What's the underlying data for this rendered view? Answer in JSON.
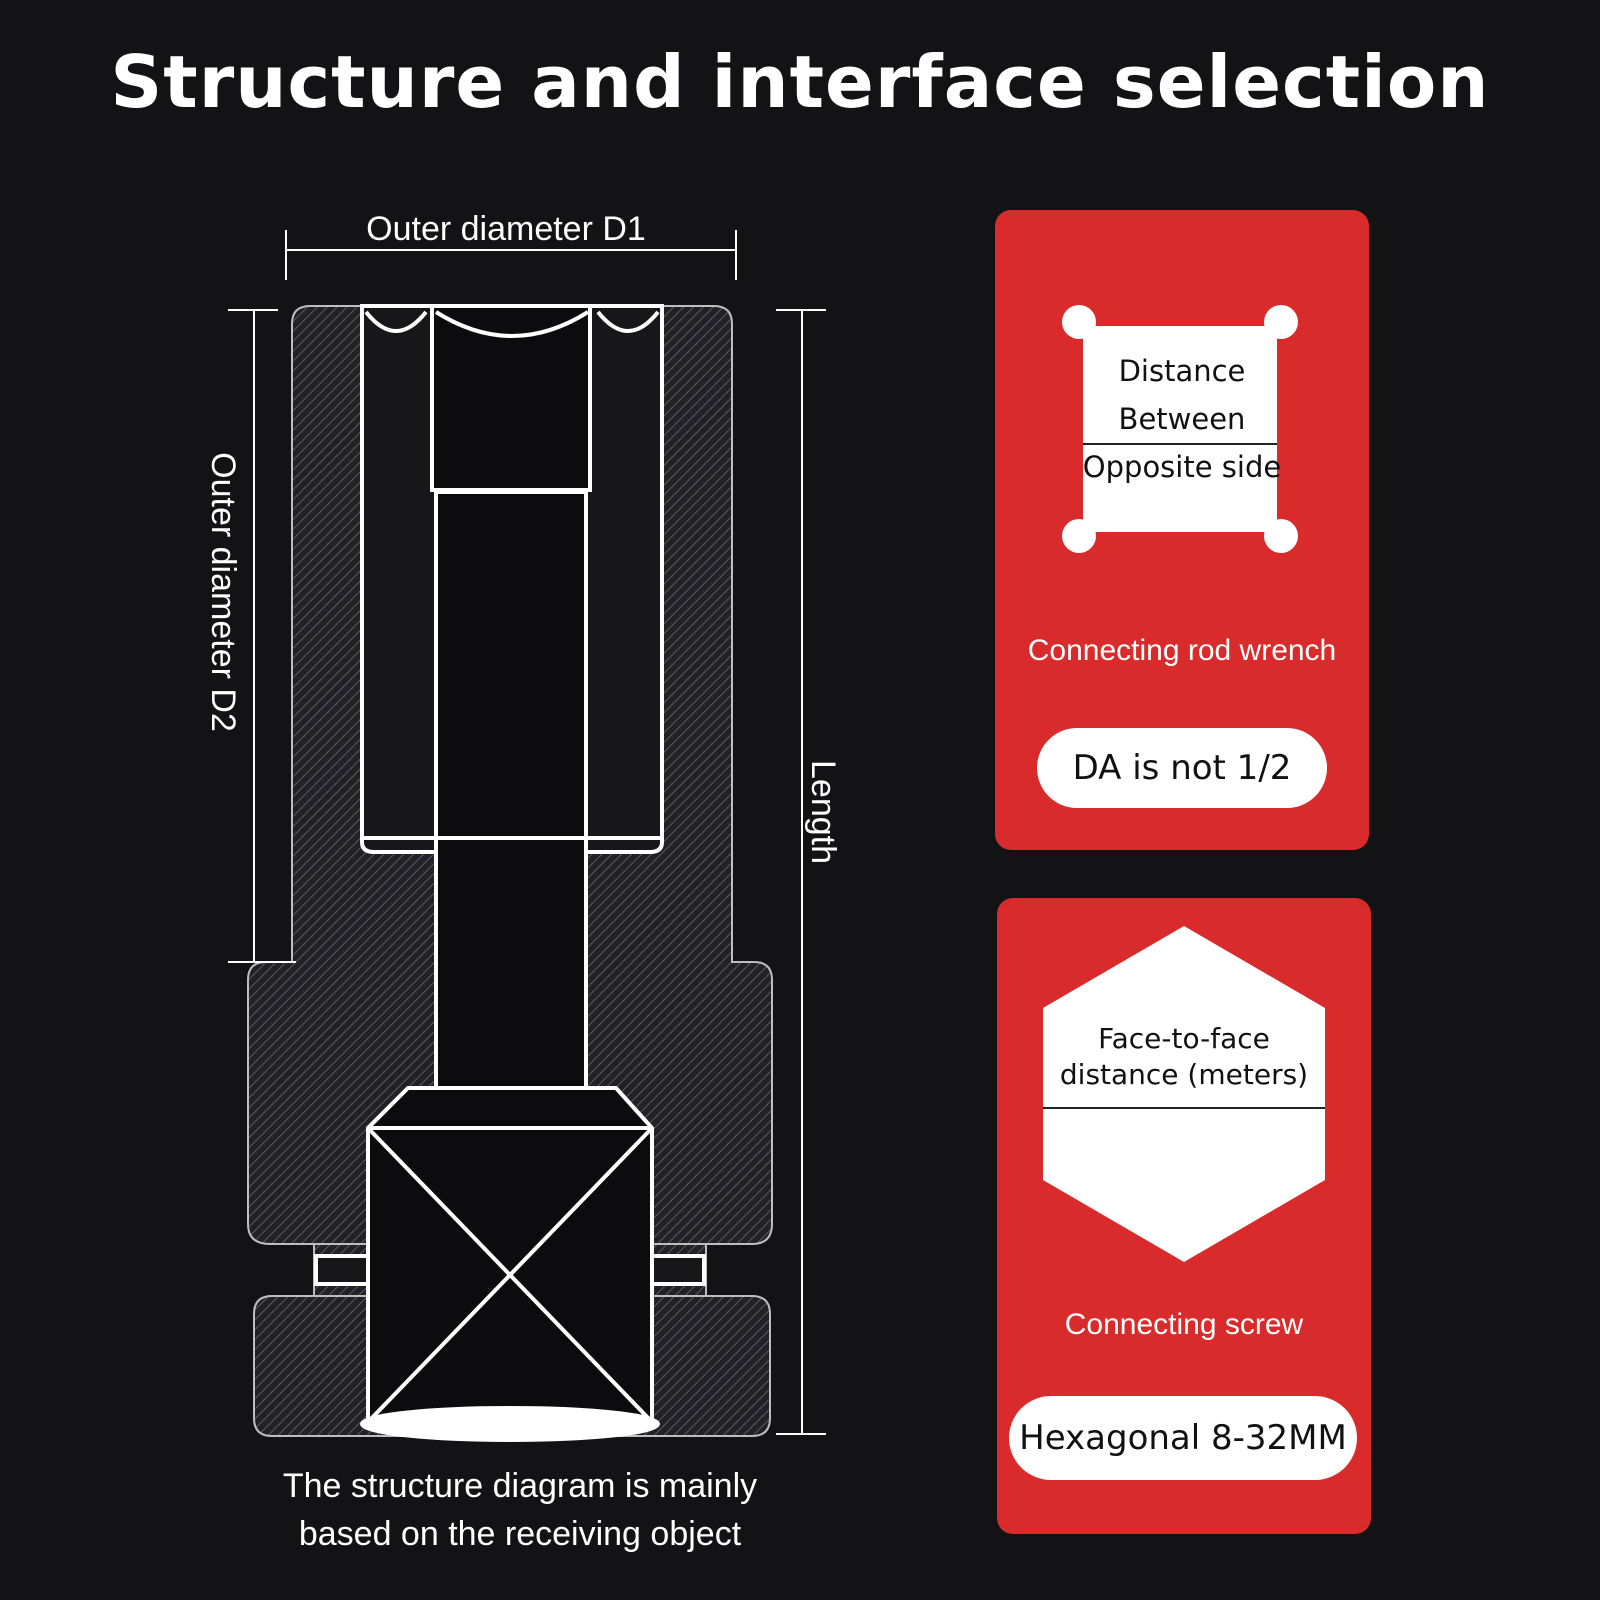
{
  "title": "Structure and interface selection",
  "diagram": {
    "dim_d1": "Outer diameter D1",
    "dim_d2": "Outer diameter D2",
    "dim_length": "Length",
    "caption_line1": "The structure diagram is mainly",
    "caption_line2": "based on the receiving object"
  },
  "card_rod": {
    "shape_line1": "Distance",
    "shape_line2": "Between",
    "shape_line3": "Opposite side",
    "label": "Connecting rod wrench",
    "pill": "DA is not 1/2"
  },
  "card_screw": {
    "shape_line1": "Face-to-face",
    "shape_line2": "distance (meters)",
    "label": "Connecting screw",
    "pill": "Hexagonal 8-32MM"
  },
  "colors": {
    "background": "#131316",
    "card_red": "#d92b2b",
    "pill_white": "#ffffff"
  }
}
